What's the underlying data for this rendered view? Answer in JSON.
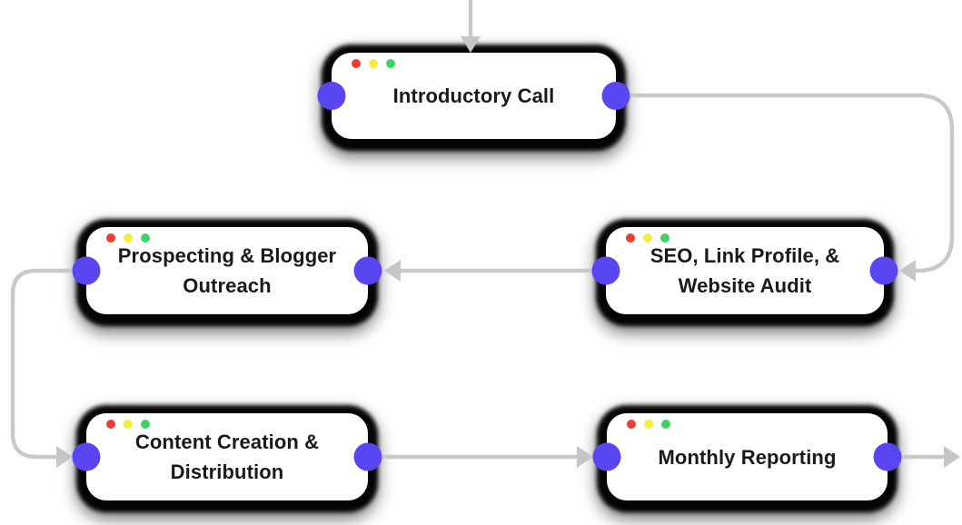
{
  "canvas": {
    "background": "#ffffff",
    "description": "Link building process flowchart of browser-window styled nodes"
  },
  "colors": {
    "node_background": "#ffffff",
    "node_glow_shadow": "#000000",
    "node_text": "#1a1a1a",
    "edge_line": "#c9c9c9",
    "arrowhead": "#c6c6c6",
    "connector_port": "#5a46f0",
    "traffic_light_red": "#f03c32",
    "traffic_light_yellow": "#f6ec3d",
    "traffic_light_green": "#3fd364"
  },
  "nodes": [
    {
      "id": "introductory-call",
      "label": "Introductory Call"
    },
    {
      "id": "seo-link-profile-website-audit",
      "label": "SEO, Link Profile, & Website Audit"
    },
    {
      "id": "prospecting-blogger-outreach",
      "label": "Prospecting & Blogger Outreach"
    },
    {
      "id": "content-creation-distribution",
      "label": "Content Creation & Distribution"
    },
    {
      "id": "monthly-reporting",
      "label": "Monthly Reporting"
    }
  ],
  "edges": [
    {
      "from": "start-offscreen-top",
      "to": "introductory-call",
      "arrow": "down"
    },
    {
      "from": "introductory-call",
      "to": "seo-link-profile-website-audit",
      "arrow": "left",
      "shape": "right-then-down"
    },
    {
      "from": "seo-link-profile-website-audit",
      "to": "prospecting-blogger-outreach",
      "arrow": "left",
      "shape": "straight"
    },
    {
      "from": "prospecting-blogger-outreach",
      "to": "content-creation-distribution",
      "arrow": "right",
      "shape": "left-then-down"
    },
    {
      "from": "content-creation-distribution",
      "to": "monthly-reporting",
      "arrow": "right",
      "shape": "straight"
    },
    {
      "from": "monthly-reporting",
      "to": "end-offscreen-right",
      "arrow": "right"
    }
  ],
  "window_controls": [
    "red",
    "yellow",
    "green"
  ]
}
